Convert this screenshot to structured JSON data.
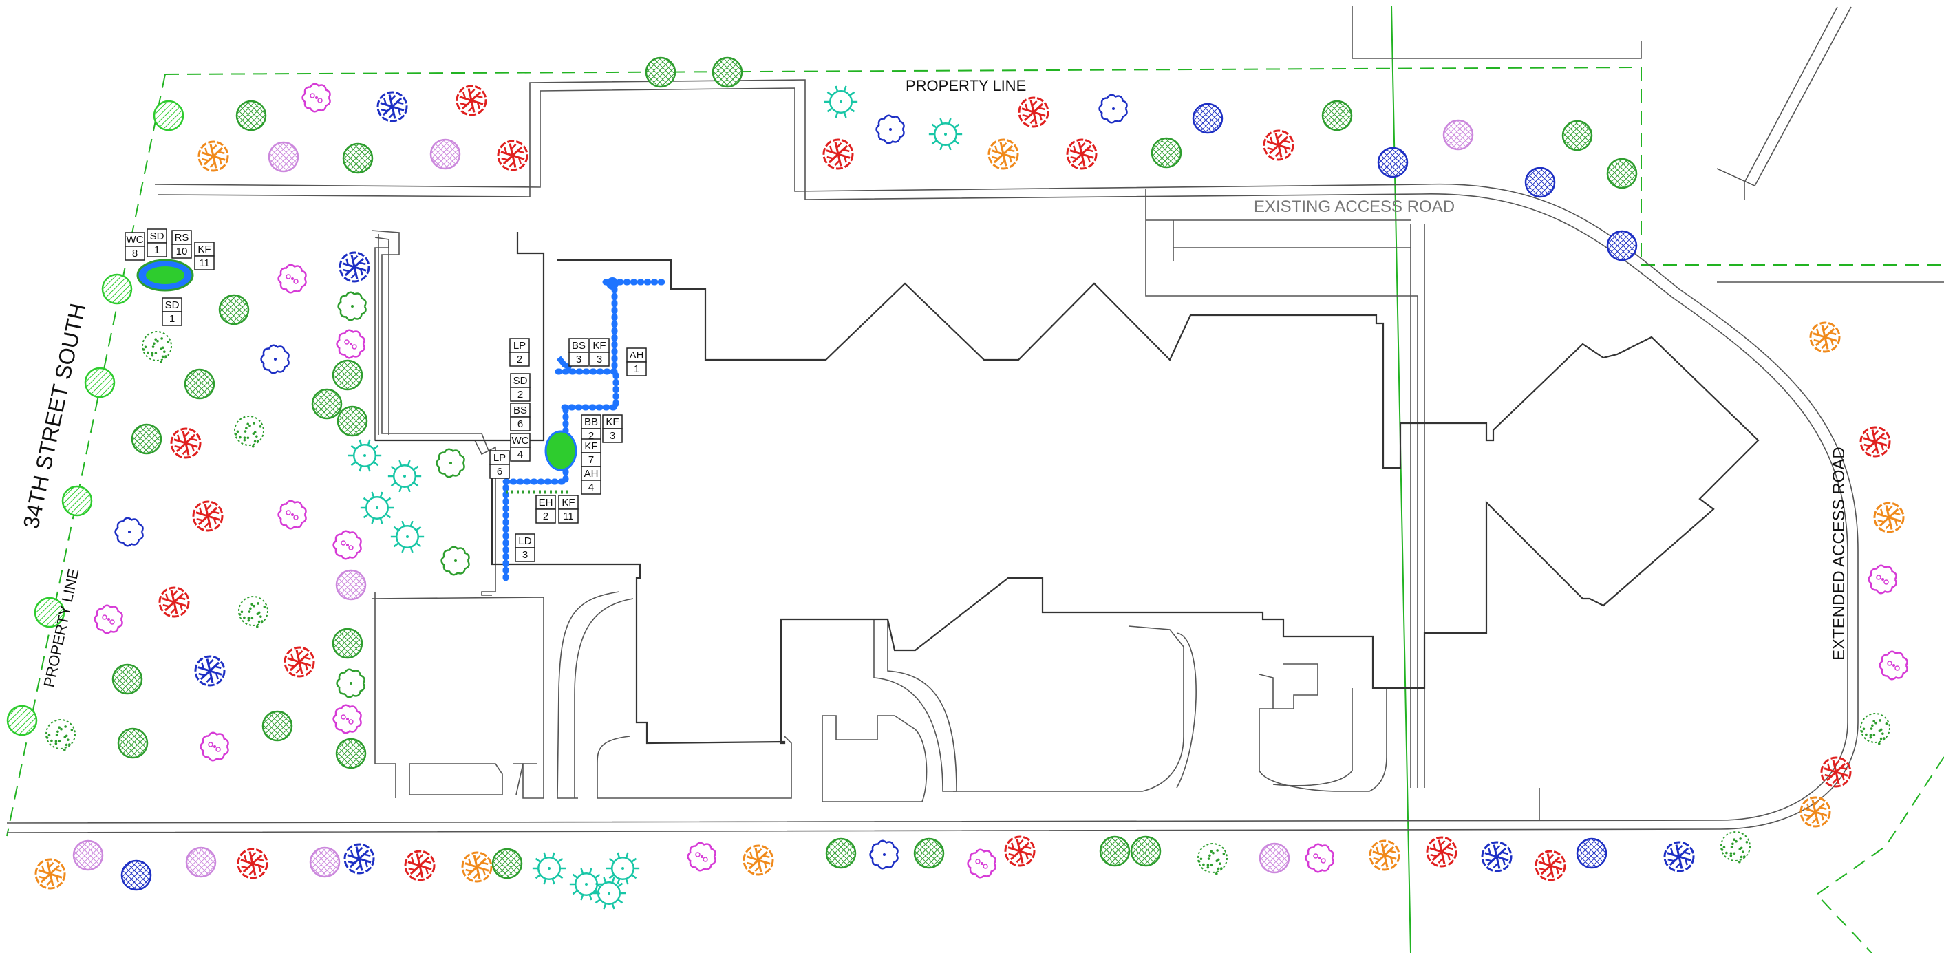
{
  "labels": {
    "property_line_top": "PROPERTY LINE",
    "property_line_left": "PROPERTY LINE",
    "street": "34TH STREET SOUTH",
    "existing_road": "EXISTING ACCESS ROAD",
    "extended_road": "EXTENDED ACCESS ROAD"
  },
  "plant_tags": [
    {
      "code": "WC",
      "qty": "8"
    },
    {
      "code": "SD",
      "qty": "1"
    },
    {
      "code": "RS",
      "qty": "10"
    },
    {
      "code": "KF",
      "qty": "11"
    },
    {
      "code": "SD",
      "qty": "1"
    },
    {
      "code": "LP",
      "qty": "2"
    },
    {
      "code": "BS",
      "qty": "3"
    },
    {
      "code": "KF",
      "qty": "3"
    },
    {
      "code": "AH",
      "qty": "1"
    },
    {
      "code": "SD",
      "qty": "2"
    },
    {
      "code": "BS",
      "qty": "6"
    },
    {
      "code": "BB",
      "qty": "2"
    },
    {
      "code": "KF",
      "qty": "3"
    },
    {
      "code": "WC",
      "qty": "4"
    },
    {
      "code": "KF",
      "qty": "7"
    },
    {
      "code": "LP",
      "qty": "6"
    },
    {
      "code": "AH",
      "qty": "4"
    },
    {
      "code": "EH",
      "qty": "2"
    },
    {
      "code": "KF",
      "qty": "11"
    },
    {
      "code": "LD",
      "qty": "3"
    }
  ],
  "symbol_colors": {
    "green": "#2e9e2e",
    "bright_green": "#2ecc2e",
    "red": "#e0201f",
    "orange": "#f08a1c",
    "pink": "#d63bd6",
    "violet": "#cc88dd",
    "blue": "#1d2fc4",
    "teal": "#18c6a6",
    "bed_blue": "#1e74ff"
  },
  "tree_icons": [
    "cross-hatch-tree-icon",
    "branching-tree-icon",
    "star-tree-icon",
    "scalloped-tree-icon",
    "stipple-tree-icon"
  ]
}
